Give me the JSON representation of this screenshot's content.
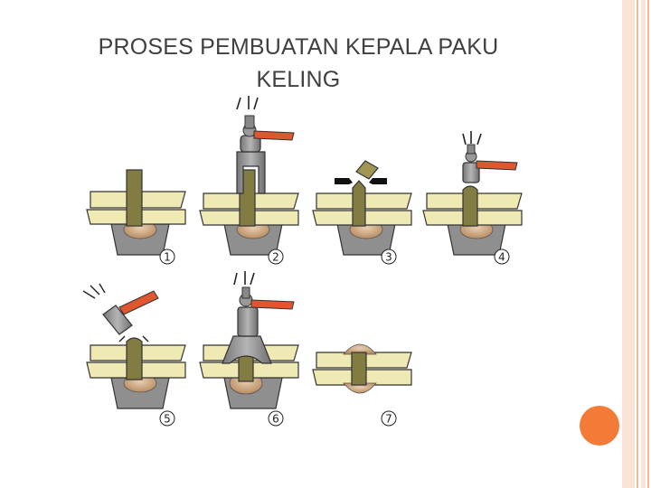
{
  "slide": {
    "title_line1": "PROSES PEMBUATAN KEPALA PAKU",
    "title_line2": "KELING"
  },
  "diagram": {
    "steps": [
      {
        "number": "1"
      },
      {
        "number": "2"
      },
      {
        "number": "3"
      },
      {
        "number": "4"
      },
      {
        "number": "5"
      },
      {
        "number": "6"
      },
      {
        "number": "7"
      }
    ]
  },
  "colors": {
    "plate": "#efeab3",
    "rivet": "#827c42",
    "holder": "#8f8f8f",
    "rivet_head": "#c9a07a",
    "hammer": "#e0562e",
    "accent_dot": "#f47a38",
    "border_stripe": "#fbe3d6"
  },
  "icons": [
    "hammer-icon",
    "motion-lines-icon",
    "rivet-icon"
  ]
}
